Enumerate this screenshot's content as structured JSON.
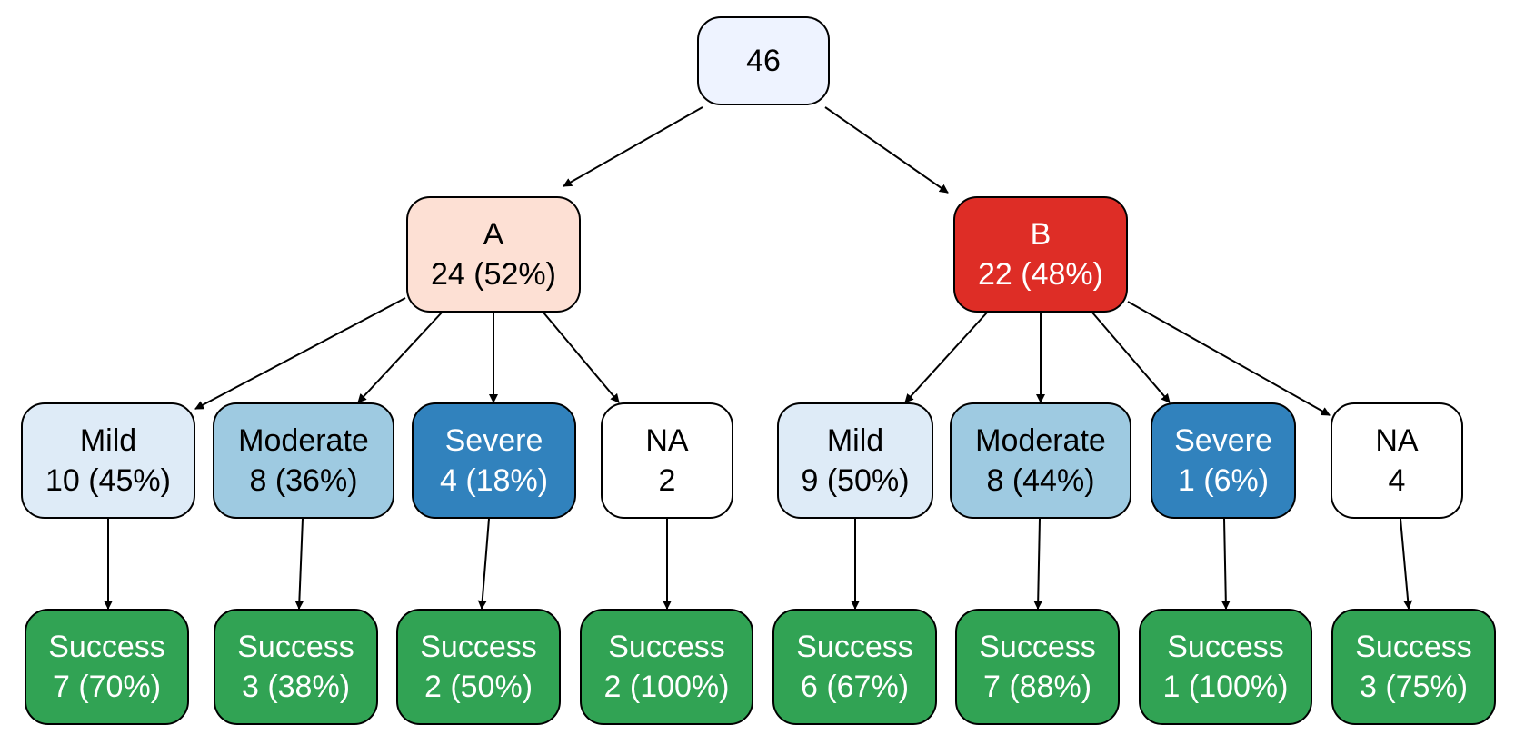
{
  "colors": {
    "root": "#eef3ff",
    "group_a": "#fde0d4",
    "group_b": "#de2d26",
    "mild": "#deebf7",
    "moderate": "#9ecae1",
    "severe": "#3182bd",
    "na": "#ffffff",
    "success": "#31a354",
    "edge": "#000000"
  },
  "nodes": {
    "root": {
      "line1": "46"
    },
    "a": {
      "line1": "A",
      "line2": "24 (52%)"
    },
    "b": {
      "line1": "B",
      "line2": "22 (48%)"
    },
    "a_mild": {
      "line1": "Mild",
      "line2": "10 (45%)"
    },
    "a_moderate": {
      "line1": "Moderate",
      "line2": "8 (36%)"
    },
    "a_severe": {
      "line1": "Severe",
      "line2": "4 (18%)"
    },
    "a_na": {
      "line1": "NA",
      "line2": "2"
    },
    "b_mild": {
      "line1": "Mild",
      "line2": "9 (50%)"
    },
    "b_moderate": {
      "line1": "Moderate",
      "line2": "8 (44%)"
    },
    "b_severe": {
      "line1": "Severe",
      "line2": "1 (6%)"
    },
    "b_na": {
      "line1": "NA",
      "line2": "4"
    },
    "a_mild_success": {
      "line1": "Success",
      "line2": "7 (70%)"
    },
    "a_moderate_success": {
      "line1": "Success",
      "line2": "3 (38%)"
    },
    "a_severe_success": {
      "line1": "Success",
      "line2": "2 (50%)"
    },
    "a_na_success": {
      "line1": "Success",
      "line2": "2 (100%)"
    },
    "b_mild_success": {
      "line1": "Success",
      "line2": "6 (67%)"
    },
    "b_moderate_success": {
      "line1": "Success",
      "line2": "7 (88%)"
    },
    "b_severe_success": {
      "line1": "Success",
      "line2": "1 (100%)"
    },
    "b_na_success": {
      "line1": "Success",
      "line2": "3 (75%)"
    }
  }
}
